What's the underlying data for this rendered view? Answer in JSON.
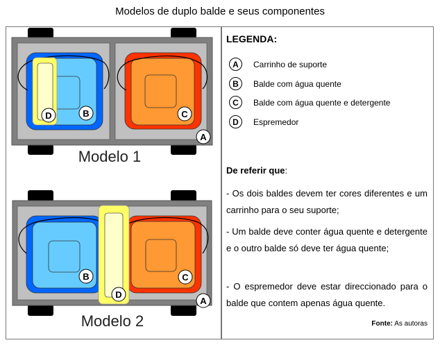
{
  "title": "Modelos de duplo balde e seus componentes",
  "models": [
    {
      "label": "Modelo 1"
    },
    {
      "label": "Modelo 2"
    }
  ],
  "markers": {
    "A": "A",
    "B": "B",
    "C": "C",
    "D": "D"
  },
  "legend": {
    "title": "LEGENDA:",
    "items": [
      {
        "letter": "A",
        "text": "Carrinho de suporte"
      },
      {
        "letter": "B",
        "text": "Balde com água quente"
      },
      {
        "letter": "C",
        "text": "Balde com água quente e detergente"
      },
      {
        "letter": "D",
        "text": "Espremedor"
      }
    ]
  },
  "notes": {
    "heading_bold": "De referir que",
    "heading_rest": ":",
    "items": [
      "- Os dois baldes devem ter cores diferentes e um carrinho para o seu suporte;",
      "- Um balde deve conter água quente e detergente e o outro balde só deve ter água quente;",
      "- O espremedor deve estar direccionado para o balde que contem apenas água quente."
    ]
  },
  "source": {
    "bold": "Fonte:",
    "rest": " As autoras"
  },
  "colors": {
    "cart": "#808080",
    "panel": "#c0c0c0",
    "blue": "#0066ff",
    "lightblue": "#66ccff",
    "red": "#ff3300",
    "orange": "#ff9933",
    "yellow": "#ffff66",
    "cream": "#ffffcc"
  }
}
